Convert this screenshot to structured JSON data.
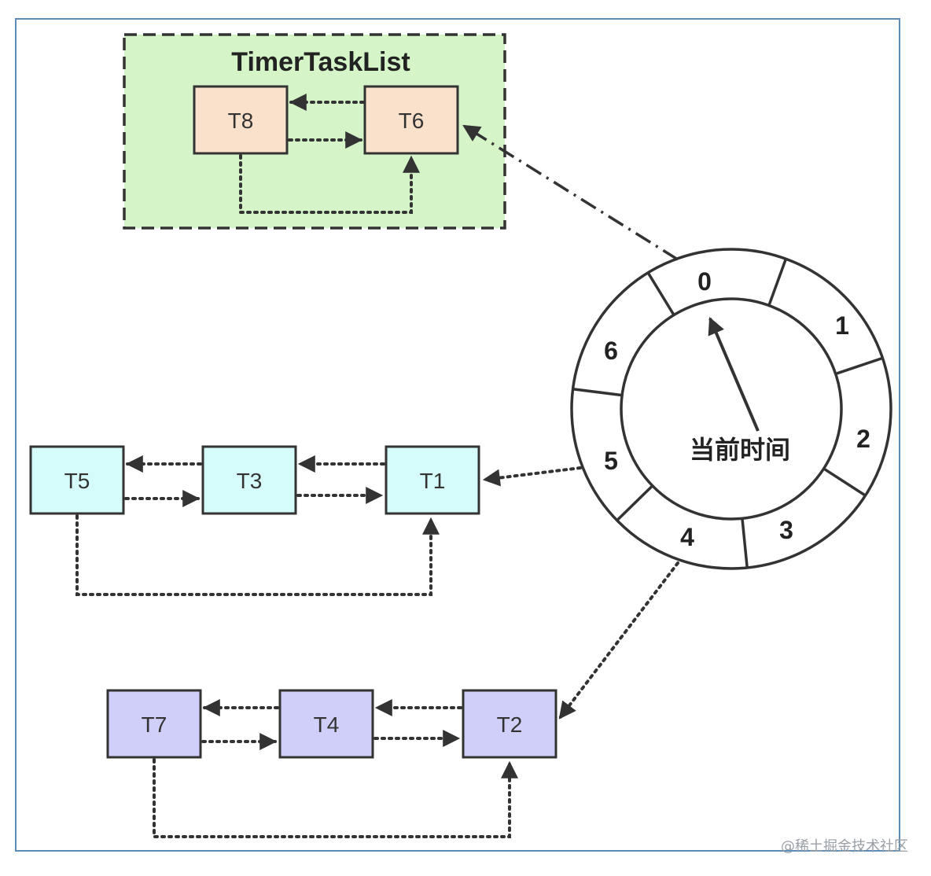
{
  "title": "TimerTaskList",
  "center_label": "当前时间",
  "watermark": "@稀土掘金技术社区",
  "slots": [
    "0",
    "1",
    "2",
    "3",
    "4",
    "5",
    "6"
  ],
  "tasks": {
    "t8": "T8",
    "t6": "T6",
    "t5": "T5",
    "t3": "T3",
    "t1": "T1",
    "t7": "T7",
    "t4": "T4",
    "t2": "T2"
  },
  "colors": {
    "frame": "#5b8db8",
    "list_bg": "#d5f5c8",
    "orange_task": "#fae1cc",
    "cyan_task": "#d6fbfb",
    "purple_task": "#cfcffa",
    "stroke": "#333333"
  }
}
